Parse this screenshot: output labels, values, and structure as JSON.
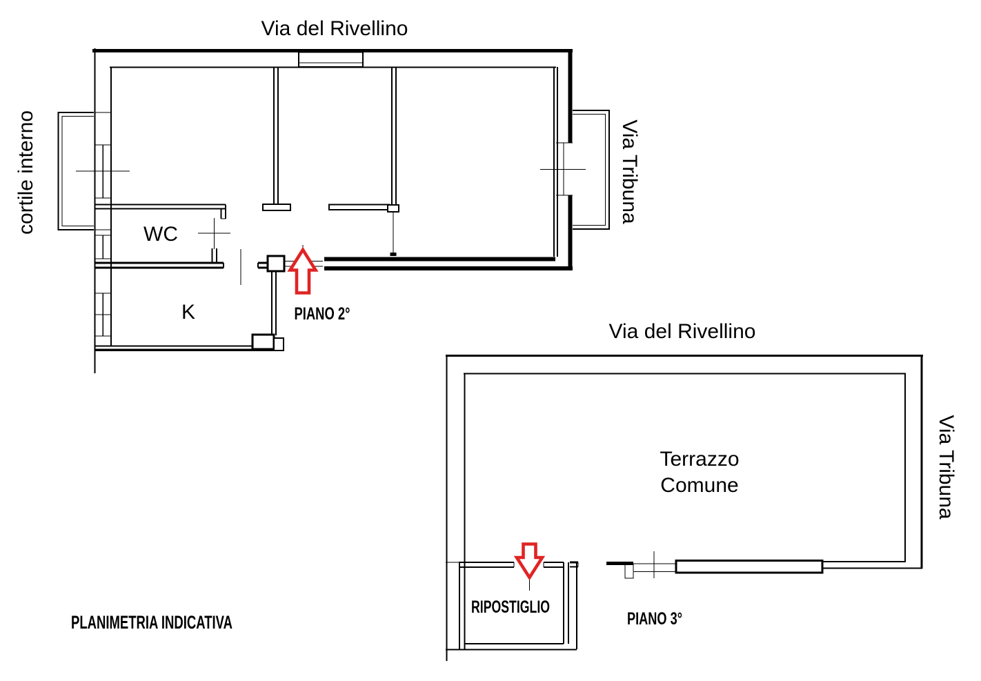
{
  "colors": {
    "background": "#ffffff",
    "lines": "#000000",
    "entrance_arrow": "#e02424"
  },
  "plan_piano2": {
    "floor_label": "PIANO 2°",
    "street_top": "Via del Rivellino",
    "street_left": "cortile interno",
    "street_right": "Via Tribuna",
    "room_wc": "WC",
    "room_kitchen": "K",
    "entrance_arrow_direction": "up"
  },
  "plan_piano3": {
    "floor_label": "PIANO 3°",
    "street_top": "Via del Rivellino",
    "street_right": "Via Tribuna",
    "terrace_label_line1": "Terrazzo",
    "terrace_label_line2": "Comune",
    "room_storage": "RIPOSTIGLIO",
    "entrance_arrow_direction": "down"
  },
  "footer": {
    "disclaimer": "PLANIMETRIA INDICATIVA"
  }
}
